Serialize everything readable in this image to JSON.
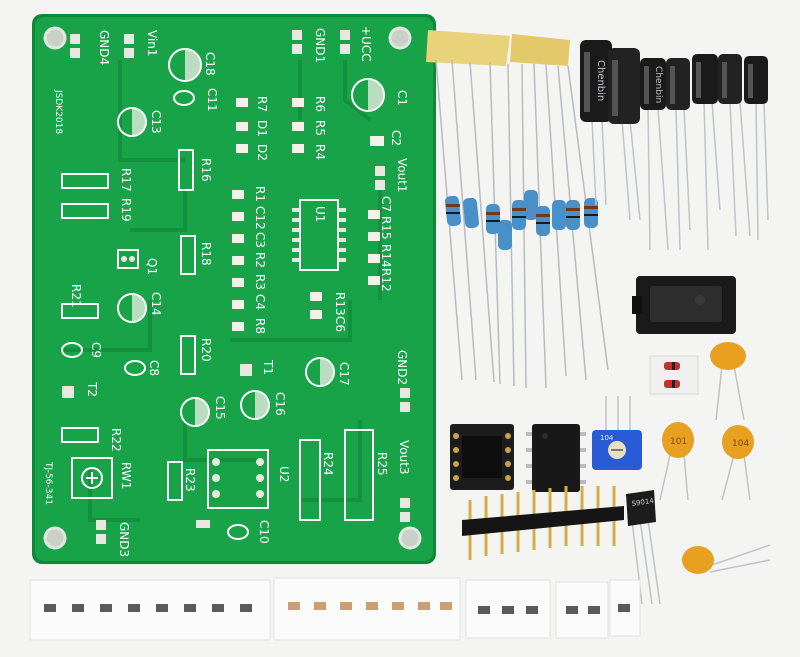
{
  "board_labels": {
    "gnd4": "GND4",
    "vin1": "Vin1",
    "gnd1": "GND1",
    "vcc": "+UCC",
    "brand": "JSDK2018",
    "vout1": "Vout1",
    "gnd2": "GND2",
    "vout3": "Vout3",
    "gnd3": "GND3",
    "serial": "TJ-56-341",
    "c1": "C1",
    "c2": "C2",
    "c13": "C13",
    "c18": "C18",
    "c11": "C11",
    "r7": "R7",
    "d1": "D1",
    "d2": "D2",
    "r6": "R6",
    "r5": "R5",
    "r4": "R4",
    "r16": "R16",
    "r17": "R17",
    "r19": "R19",
    "r18": "R18",
    "q1": "Q1",
    "r21": "R21",
    "c14": "C14",
    "c9": "C9",
    "c8": "C8",
    "r20": "R20",
    "t2": "T2",
    "t1": "T1",
    "u1": "U1",
    "u2": "U2",
    "r1": "R1",
    "c12": "C12",
    "c3": "C3",
    "r2": "R2",
    "r3": "R3",
    "c4": "C4",
    "r8": "R8",
    "r13": "R13",
    "c6": "C6",
    "c7": "C7",
    "r15": "R15",
    "r14": "R14",
    "r12": "R12",
    "c15": "C15",
    "c16": "C16",
    "c17": "C17",
    "r22": "R22",
    "rw1": "RW1",
    "r23": "R23",
    "r24": "R24",
    "r25": "R25",
    "c10": "C10"
  },
  "parts": {
    "capacitor_brand": "Chenbin",
    "trimpot_value": "104",
    "transistor_marking": "S9014",
    "ceramic_cap_1": "104",
    "ceramic_cap_2": "101"
  },
  "colors": {
    "pcb": "#19a349",
    "pcb_edge": "#0d8a37",
    "silkscreen": "#ffffff",
    "background": "#f4f4f2",
    "tape": "#e8d27a",
    "resistor_body": "#4a90c8",
    "capacitor": "#1a1a1a",
    "ceramic": "#e8a020",
    "trimpot": "#2a5bd7"
  }
}
